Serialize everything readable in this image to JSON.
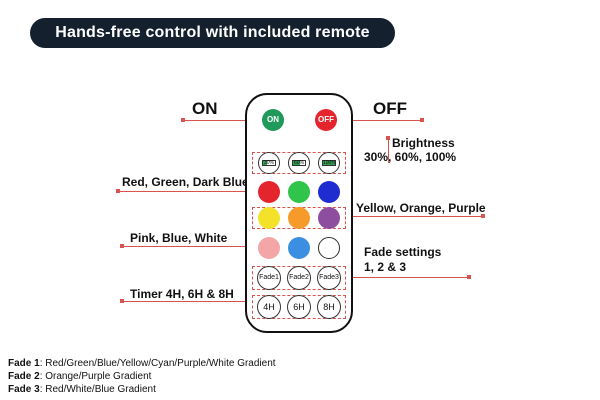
{
  "banner": {
    "title": "Hands-free control with included remote"
  },
  "callouts": {
    "on": "ON",
    "off": "OFF",
    "brightness_title": "Brightness",
    "brightness_levels": "30%, 60%, 100%",
    "row_colors_1": "Red, Green, Dark Blue",
    "row_colors_2": "Yellow, Orange, Purple",
    "row_colors_3": "Pink, Blue, White",
    "fade_title": "Fade settings",
    "fade_levels": "1, 2 & 3",
    "timer": "Timer 4H, 6H & 8H"
  },
  "remote": {
    "on_label": "ON",
    "off_label": "OFF",
    "brightness": [
      {
        "text": "30%",
        "level": 0.3
      },
      {
        "text": "60%",
        "level": 0.6
      },
      {
        "text": "100%",
        "level": 1.0
      }
    ],
    "colors_row1": [
      "#e4252d",
      "#31c44a",
      "#1f2ccf"
    ],
    "colors_row2": [
      "#f4e12a",
      "#f59a2b",
      "#8d4ea0"
    ],
    "colors_row3": [
      "#f4a6a6",
      "#3b8fe0",
      "#ffffff"
    ],
    "fades": [
      "Fade1",
      "Fade2",
      "Fade3"
    ],
    "timers": [
      "4H",
      "6H",
      "8H"
    ]
  },
  "notes": [
    {
      "key": "Fade 1",
      "text": ": Red/Green/Blue/Yellow/Cyan/Purple/White Gradient"
    },
    {
      "key": "Fade 2",
      "text": ": Orange/Purple Gradient"
    },
    {
      "key": "Fade 3",
      "text": ": Red/White/Blue Gradient"
    }
  ],
  "colors": {
    "accent": "#d9534f",
    "banner_bg": "#14202e"
  }
}
